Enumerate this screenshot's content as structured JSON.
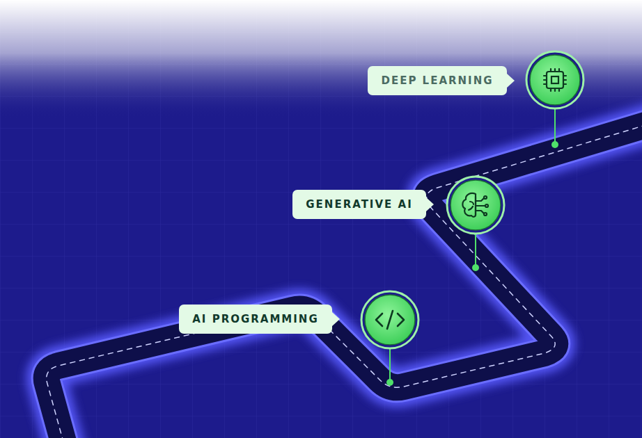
{
  "diagram": {
    "nodes": [
      {
        "text": [
          "DEEP LEARNING"
        ]
      },
      {
        "text": [
          "GENERATIVE AI"
        ]
      },
      {
        "text": [
          "AI PROGRAMMING"
        ]
      }
    ]
  }
}
